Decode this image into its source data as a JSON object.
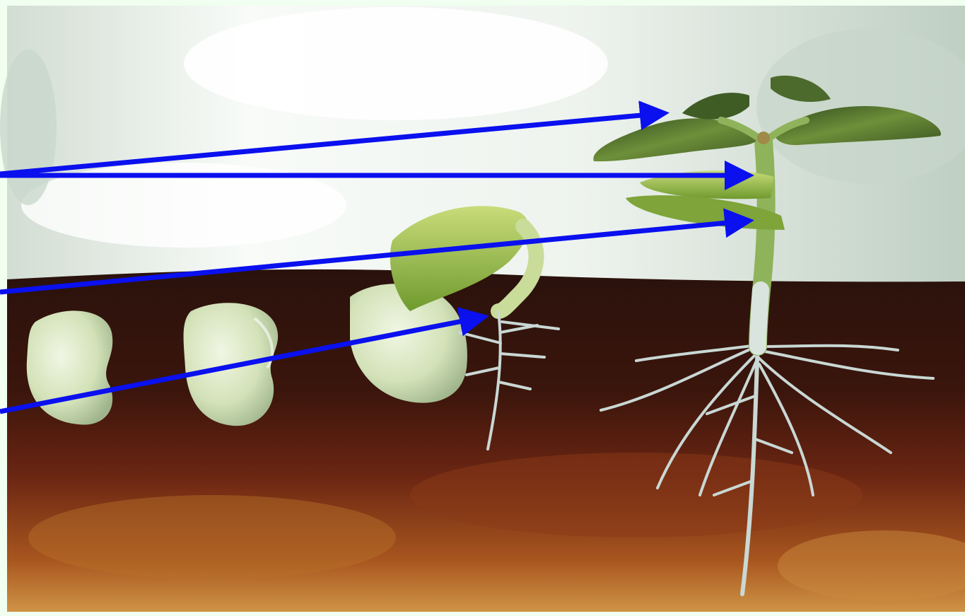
{
  "page": {
    "background": "#f0fff0"
  },
  "colors": {
    "arrow": "#0a10ee",
    "sky_light": "#f6faf7",
    "sky_grey": "#c3d2c6",
    "soil_dark": "#2a120c",
    "soil_mid": "#5a1f10",
    "soil_warm": "#9c4d1d",
    "soil_light": "#c98a3f",
    "leaf_dark": "#3e5a24",
    "leaf_light": "#9fc05d",
    "seed": "#dce8c4",
    "root": "#c9d8d4"
  },
  "diagram": {
    "description_type": "bean-seed-germination-stages",
    "labels": [],
    "arrows": [
      {
        "name": "arrow-to-true-leaves",
        "points_to": "true-leaves"
      },
      {
        "name": "arrow-to-stem",
        "points_to": "stem"
      },
      {
        "name": "arrow-to-cotyledons",
        "points_to": "cotyledons"
      },
      {
        "name": "arrow-to-radicle",
        "points_to": "young-root"
      }
    ]
  }
}
